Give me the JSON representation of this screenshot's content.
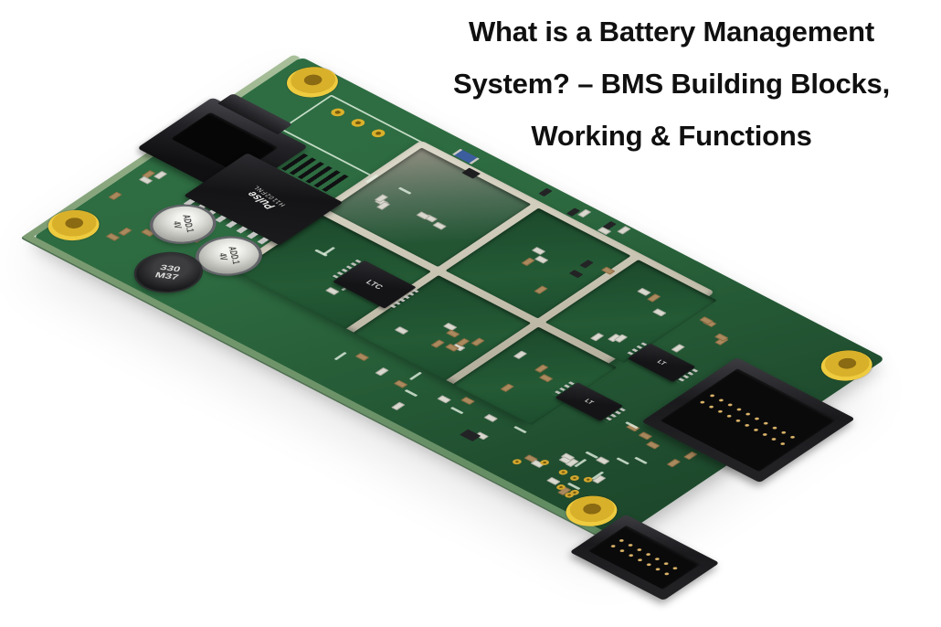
{
  "title": {
    "line1": "What is a Battery Management",
    "line2": "System? – BMS Building Blocks,",
    "line3": "Working & Functions"
  },
  "board": {
    "subject": "Green battery-management-system PCB photographed at an angle on a white background",
    "labels": {
      "transformer_brand": "Pulse",
      "transformer_part": "H1102FNL",
      "cap_line1": "ADD.1",
      "cap_line2": "4V",
      "inductor_line1": "330",
      "inductor_line2": "M37",
      "ic_main": "LTC",
      "soic": "LT"
    },
    "colors": {
      "background": "#ffffff",
      "title_text": "#101010",
      "pcb_green": "#2d6a40",
      "pcb_edge_green": "#7c9c72",
      "mounting_hole_yellow": "#eecb3f",
      "shield_metal": "#c5c0ae",
      "connector_black": "#1a1a1d",
      "pin_gold": "#dcb468",
      "capacitor_silver": "#d6d6d1",
      "smd_tan": "#aa895e",
      "silkscreen": "#dcf0dc"
    }
  }
}
